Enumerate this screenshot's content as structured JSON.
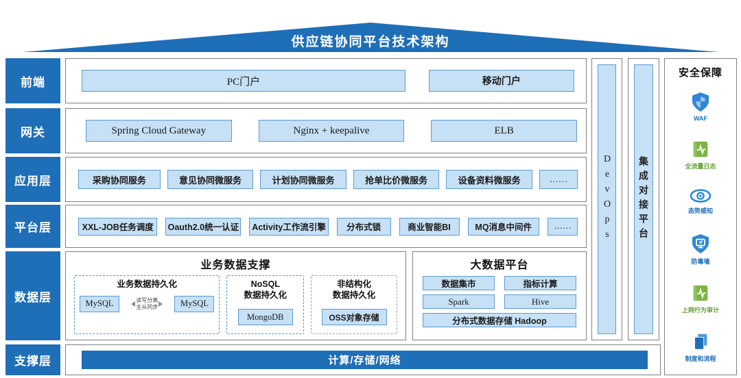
{
  "title": "供应链协同平台技术架构",
  "colors": {
    "primary_blue": "#1f6eb8",
    "box_fill": "#c6e0f5",
    "box_border": "#5b9bd5",
    "green": "#7cb342"
  },
  "layers": [
    {
      "label": "前端",
      "items": [
        "PC门户",
        "移动门户"
      ]
    },
    {
      "label": "网关",
      "items": [
        "Spring Cloud Gateway",
        "Nginx + keepalive",
        "ELB"
      ]
    },
    {
      "label": "应用层",
      "items": [
        "采购协同服务",
        "意见协同微服务",
        "计划协同微服务",
        "抢单比价微服务",
        "设备资料微服务",
        "……"
      ]
    },
    {
      "label": "平台层",
      "items": [
        "XXL-JOB任务调度",
        "Oauth2.0统一认证",
        "Activity工作流引擎",
        "分布式锁",
        "商业智能BI",
        "MQ消息中间件",
        "……"
      ]
    },
    {
      "label": "数据层"
    },
    {
      "label": "支撑层"
    }
  ],
  "data_layer": {
    "business": {
      "title": "业务数据支撑",
      "persist": {
        "title": "业务数据持久化",
        "left_db": "MySQL",
        "right_db": "MySQL",
        "arrow_line1": "读写分离",
        "arrow_line2": "主从同步"
      },
      "nosql": {
        "title_line1": "NoSQL",
        "title_line2": "数据持久化",
        "db": "MongoDB"
      },
      "unstructured": {
        "title_line1": "非结构化",
        "title_line2": "数据持久化",
        "db": "OSS对象存储"
      }
    },
    "bigdata": {
      "title": "大数据平台",
      "cells": [
        "数据集市",
        "指标计算",
        "Spark",
        "Hive"
      ],
      "bottom": "分布式数据存储 Hadoop"
    }
  },
  "support": {
    "bar": "计算/存储/网络"
  },
  "devops": {
    "label": "DevOps"
  },
  "integration": {
    "label": "集成对接平台"
  },
  "security": {
    "title": "安全保障",
    "items": [
      {
        "label": "WAF",
        "icon": "waf-shield-icon",
        "color": "blue"
      },
      {
        "label": "全流量日志",
        "icon": "traffic-log-icon",
        "color": "green"
      },
      {
        "label": "态势感知",
        "icon": "situation-awareness-eye-icon",
        "color": "blue"
      },
      {
        "label": "防毒墙",
        "icon": "antivirus-wall-icon",
        "color": "blue"
      },
      {
        "label": "上网行为审计",
        "icon": "web-audit-icon",
        "color": "green"
      },
      {
        "label": "制度和流程",
        "icon": "policy-docs-icon",
        "color": "blue"
      }
    ]
  }
}
